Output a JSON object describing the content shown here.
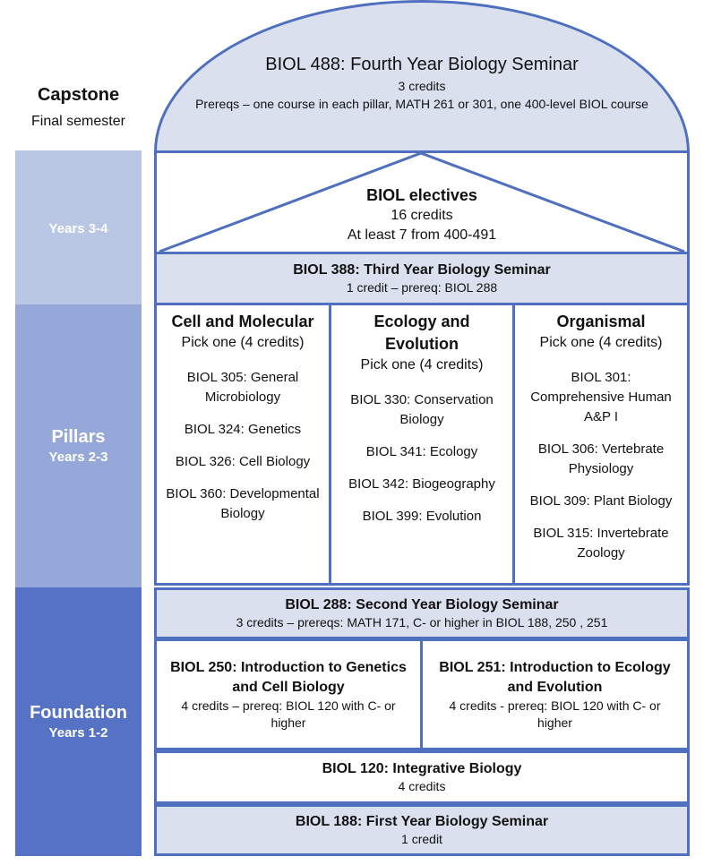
{
  "capstone": {
    "label": "Capstone",
    "sublabel": "Final semester",
    "title": "BIOL 488: Fourth Year Biology Seminar",
    "credits": "3 credits",
    "prereqs": "Prereqs – one course in each pillar, MATH 261 or 301, one 400-level BIOL course"
  },
  "years34": {
    "label": "Years 3-4",
    "electives": {
      "title": "BIOL electives",
      "credits": "16 credits",
      "note": "At least 7 from 400-491"
    },
    "seminar": {
      "title": "BIOL 388: Third Year Biology Seminar",
      "detail": "1 credit – prereq: BIOL 288"
    }
  },
  "pillars": {
    "label": "Pillars",
    "years": "Years 2-3",
    "columns": [
      {
        "title": "Cell and Molecular",
        "pick": "Pick one (4 credits)",
        "courses": [
          "BIOL 305: General Microbiology",
          "BIOL 324: Genetics",
          "BIOL 326: Cell Biology",
          "BIOL 360: Developmental Biology"
        ]
      },
      {
        "title": "Ecology and Evolution",
        "pick": "Pick one (4 credits)",
        "courses": [
          "BIOL 330: Conservation Biology",
          "BIOL 341: Ecology",
          "BIOL 342: Biogeography",
          "BIOL 399: Evolution"
        ]
      },
      {
        "title": "Organismal",
        "pick": "Pick one (4 credits)",
        "courses": [
          "BIOL 301: Comprehensive Human A&P I",
          "BIOL 306: Vertebrate Physiology",
          "BIOL 309: Plant Biology",
          "BIOL 315: Invertebrate Zoology"
        ]
      }
    ]
  },
  "foundation": {
    "label": "Foundation",
    "years": "Years 1-2",
    "biol288": {
      "title": "BIOL 288: Second Year Biology Seminar",
      "detail": "3 credits – prereqs: MATH 171, C- or higher in BIOL 188, 250 , 251"
    },
    "biol250": {
      "title": "BIOL 250: Introduction to Genetics and Cell Biology",
      "detail": "4 credits – prereq: BIOL 120 with C- or higher"
    },
    "biol251": {
      "title": "BIOL 251: Introduction to Ecology and Evolution",
      "detail": "4 credits - prereq: BIOL 120 with C- or higher"
    },
    "biol120": {
      "title": "BIOL 120: Integrative Biology",
      "detail": "4 credits"
    },
    "biol188": {
      "title": "BIOL 188: First Year Biology Seminar",
      "detail": "1 credit"
    }
  },
  "colors": {
    "border": "#4f6fbf",
    "light_fill": "#dbe0ef",
    "band_years34": "#b9c6e4",
    "band_pillars": "#96a8da",
    "band_foundation": "#5572c4"
  }
}
